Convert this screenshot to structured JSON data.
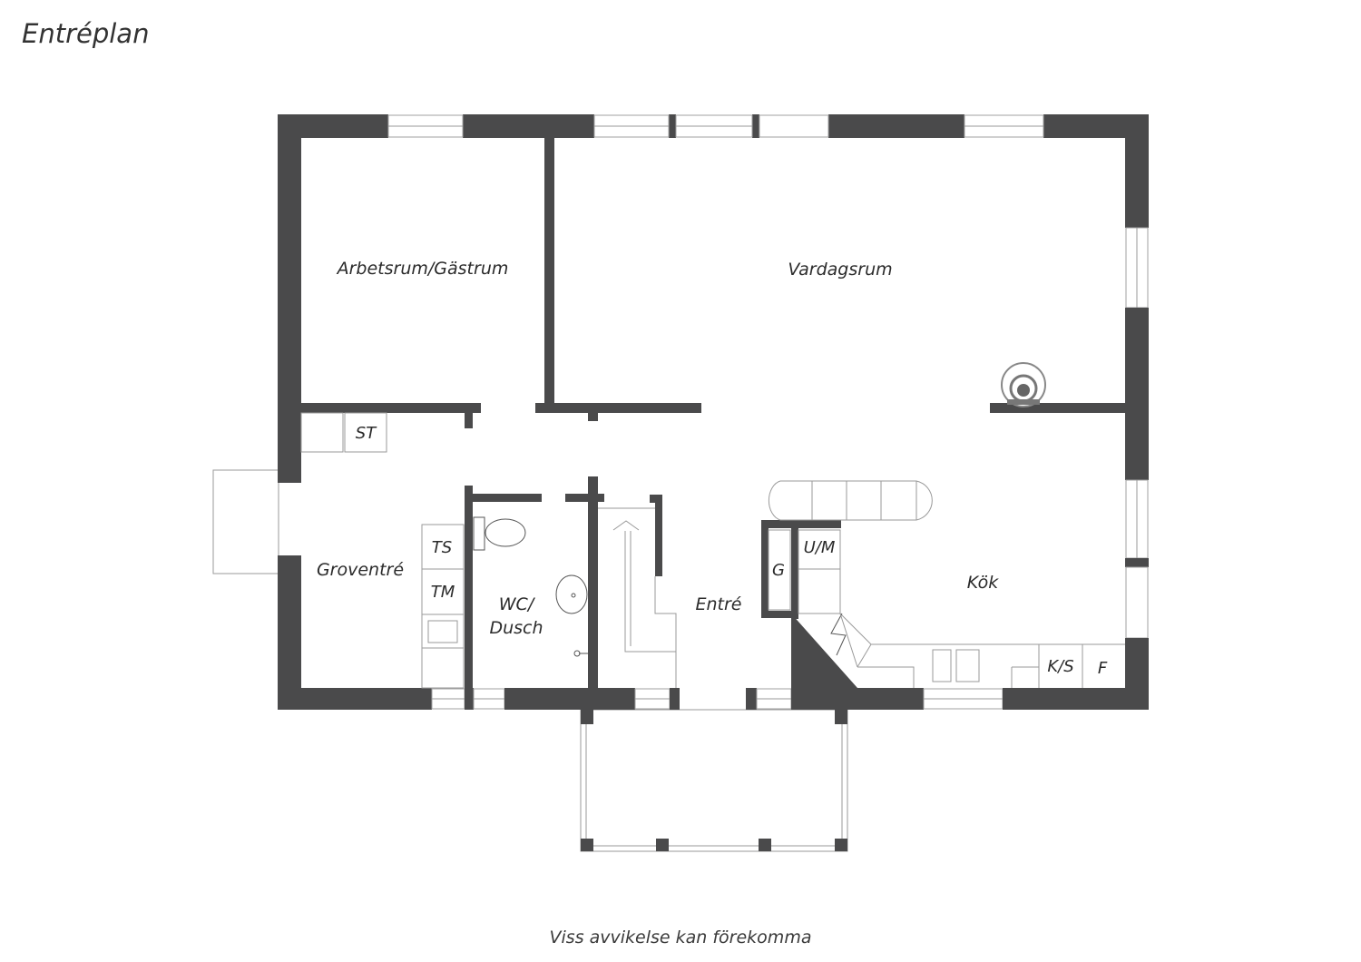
{
  "title": "Entréplan",
  "disclaimer": "Viss avvikelse kan förekomma",
  "rooms": {
    "arbetsrum": "Arbetsrum/Gästrum",
    "vardagsrum": "Vardagsrum",
    "groventre": "Groventré",
    "wc_line1": "WC/",
    "wc_line2": "Dusch",
    "entre": "Entré",
    "kok": "Kök"
  },
  "fixtures": {
    "st": "ST",
    "ts": "TS",
    "tm": "TM",
    "um": "U/M",
    "g": "G",
    "ks": "K/S",
    "f": "F"
  },
  "colors": {
    "wall": "#4a4a4b",
    "line": "#9a9a9a",
    "text": "#2b2b2b"
  }
}
